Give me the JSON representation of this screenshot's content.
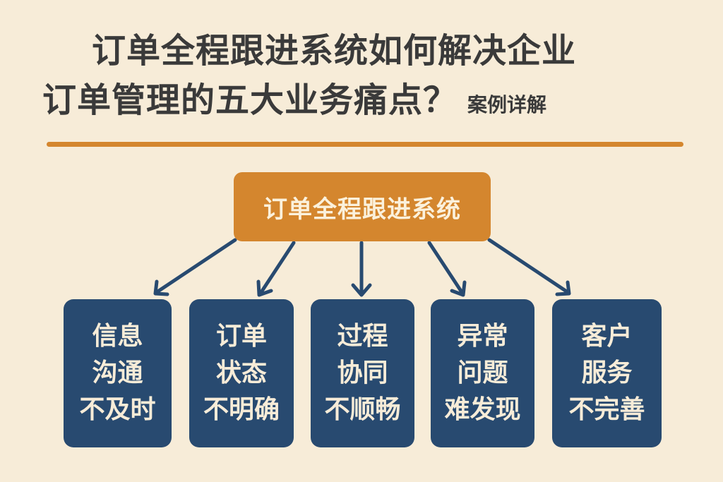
{
  "title": {
    "line1": "订单全程跟进系统如何解决企业",
    "line2": "订单管理的五大业务痛点？",
    "subtitle": "案例详解"
  },
  "colors": {
    "background": "#f7ecd8",
    "accent_orange": "#d4862e",
    "node_navy": "#284a70",
    "title_text": "#3a3a3a",
    "node_text": "#f7ecd8"
  },
  "diagram": {
    "root": {
      "label": "订单全程跟进系统"
    },
    "children": [
      {
        "lines": [
          "信息",
          "沟通",
          "不及时"
        ]
      },
      {
        "lines": [
          "订单",
          "状态",
          "不明确"
        ]
      },
      {
        "lines": [
          "过程",
          "协同",
          "不顺畅"
        ]
      },
      {
        "lines": [
          "异常",
          "问题",
          "难发现"
        ]
      },
      {
        "lines": [
          "客户",
          "服务",
          "不完善"
        ]
      }
    ]
  }
}
